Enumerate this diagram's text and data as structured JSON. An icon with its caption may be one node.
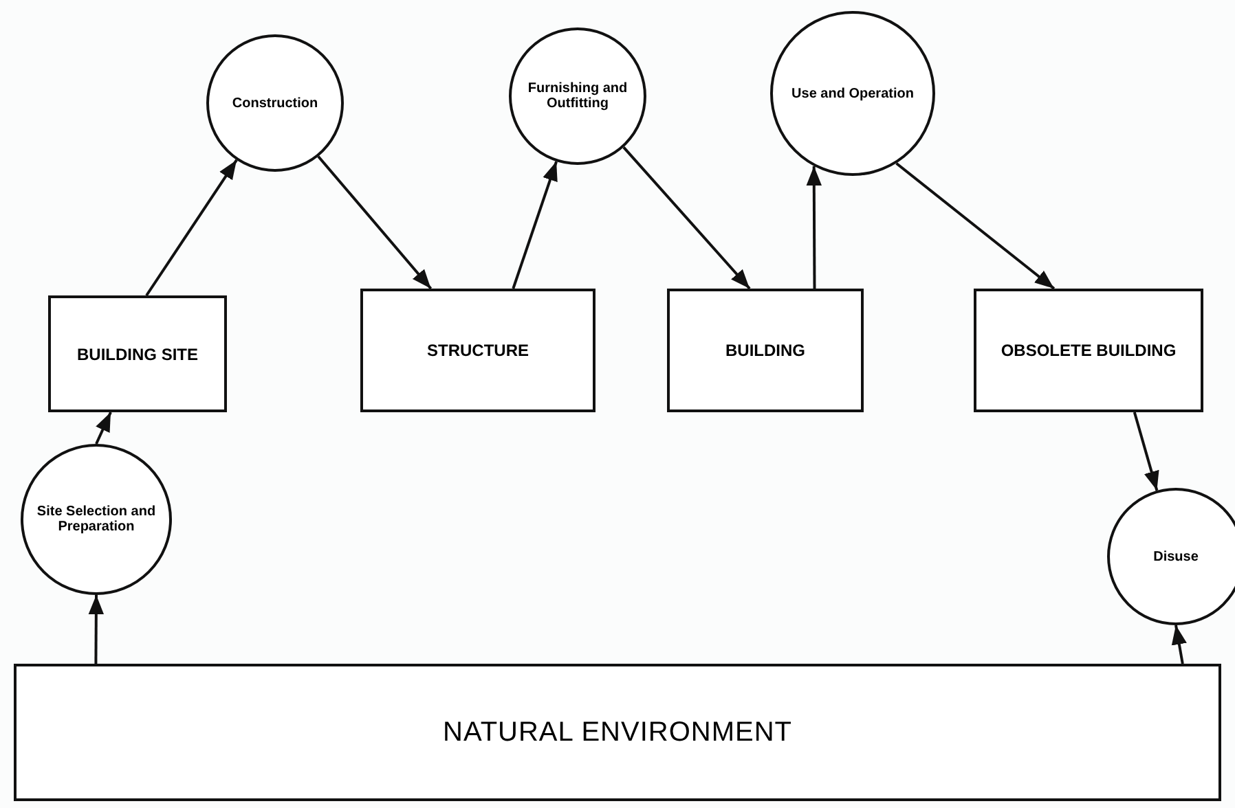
{
  "diagram": {
    "nodes": [
      {
        "text": [
          "Construction"
        ]
      },
      {
        "text": [
          "Furnishing and Outfitting"
        ]
      },
      {
        "text": [
          "Use and Operation"
        ]
      },
      {
        "text": [
          "BUILDING SITE"
        ]
      },
      {
        "text": [
          "STRUCTURE"
        ]
      },
      {
        "text": [
          "BUILDING"
        ]
      },
      {
        "text": [
          "OBSOLETE BUILDING"
        ]
      },
      {
        "text": [
          "Site Selection and Preparation"
        ]
      },
      {
        "text": [
          "Disuse"
        ]
      },
      {
        "text": [
          "NATURAL ENVIRONMENT"
        ]
      }
    ],
    "edges": [
      {
        "from": 9,
        "to": 7,
        "arrow": "to"
      },
      {
        "from": 7,
        "to": 3,
        "arrow": "to"
      },
      {
        "from": 3,
        "to": 0,
        "arrow": "to"
      },
      {
        "from": 0,
        "to": 4,
        "arrow": "to"
      },
      {
        "from": 4,
        "to": 1,
        "arrow": "to"
      },
      {
        "from": 1,
        "to": 5,
        "arrow": "to"
      },
      {
        "from": 5,
        "to": 2,
        "arrow": "to"
      },
      {
        "from": 2,
        "to": 6,
        "arrow": "to"
      },
      {
        "from": 6,
        "to": 8,
        "arrow": "to"
      },
      {
        "from": 9,
        "to": 8,
        "arrow": "to"
      }
    ]
  }
}
